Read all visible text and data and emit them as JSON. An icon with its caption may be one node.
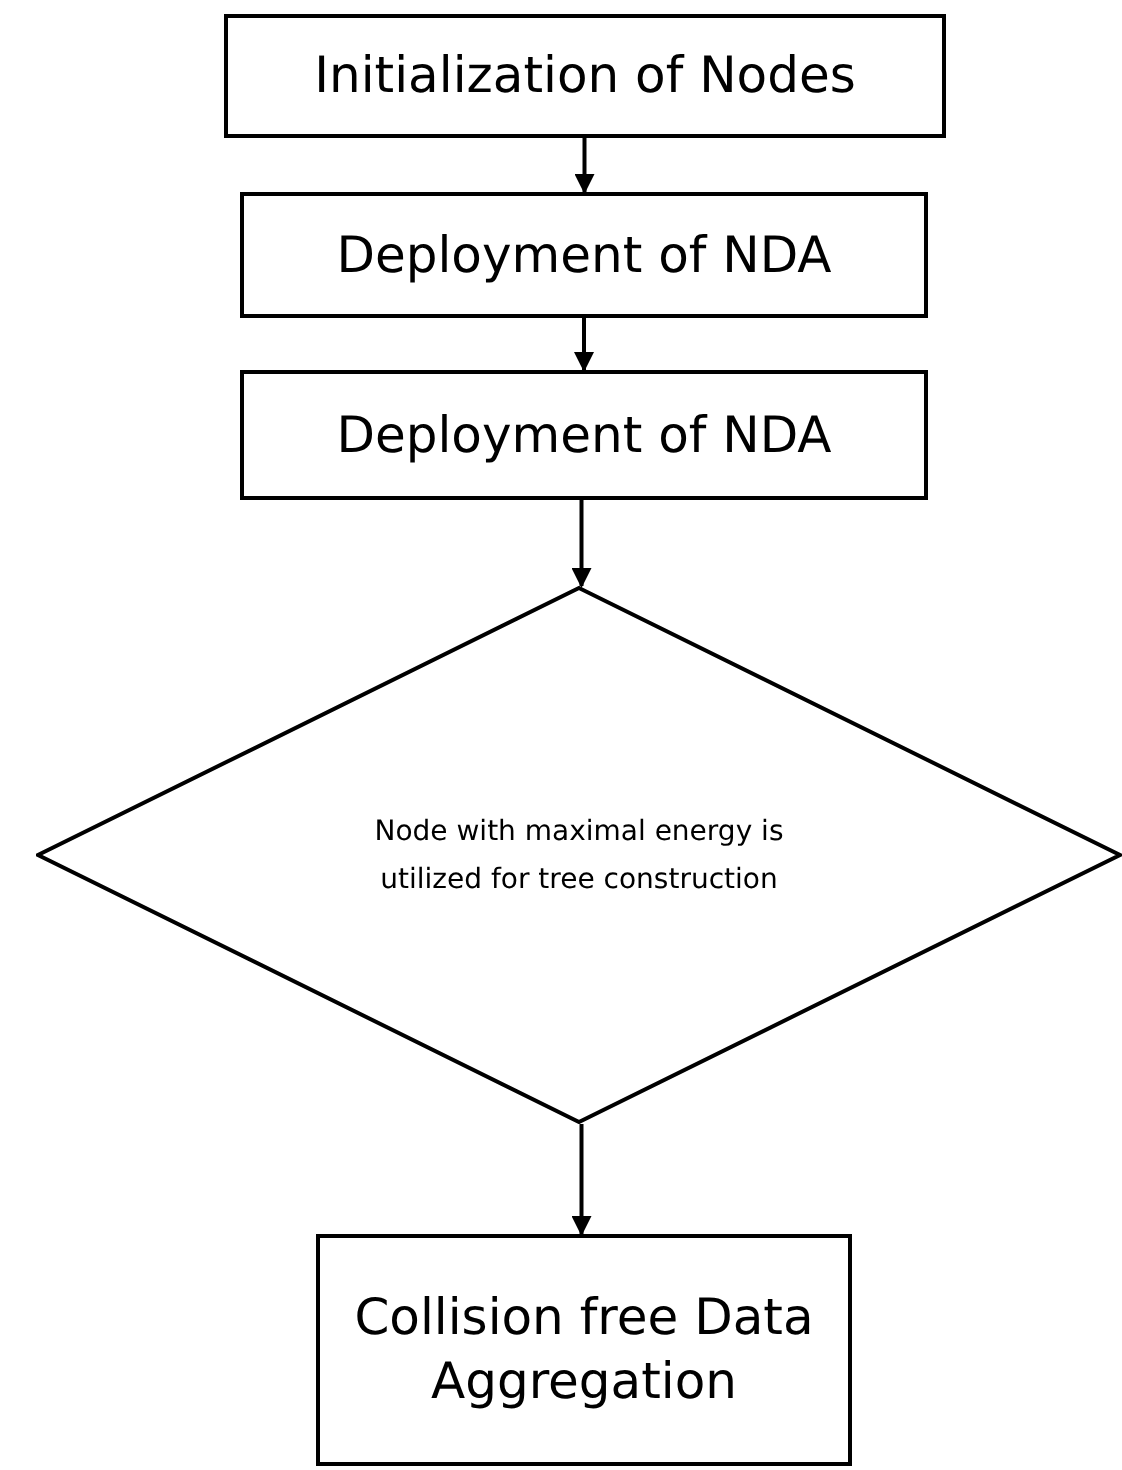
{
  "diagram": {
    "nodes": [
      {
        "text": [
          "Initialization of Nodes"
        ]
      },
      {
        "text": [
          "Deployment of NDA"
        ]
      },
      {
        "text": [
          "Deployment of NDA"
        ]
      },
      {
        "text": [
          "Node with maximal energy is utilized for tree construction"
        ]
      },
      {
        "text": [
          "Collision free Data Aggregation"
        ]
      }
    ],
    "edges": [
      {
        "from": 0,
        "to": 1,
        "arrow": "to"
      },
      {
        "from": 1,
        "to": 2,
        "arrow": "to"
      },
      {
        "from": 2,
        "to": 3,
        "arrow": "to"
      },
      {
        "from": 3,
        "to": 4,
        "arrow": "to"
      }
    ]
  }
}
